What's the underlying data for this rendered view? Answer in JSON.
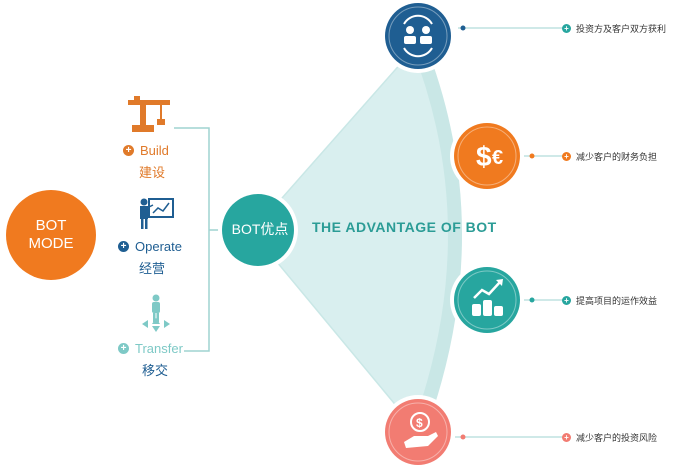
{
  "bot_mode": {
    "line1": "BOT",
    "line2": "MODE"
  },
  "stages": [
    {
      "en": "Build",
      "zh": "建设",
      "color": "#e07a2a",
      "icon": "crane-icon"
    },
    {
      "en": "Operate",
      "zh": "经营",
      "color": "#1f5e92",
      "icon": "presentation-icon"
    },
    {
      "en": "Transfer",
      "zh": "移交",
      "color": "#7ec9c6",
      "icon": "person-transfer-icon"
    }
  ],
  "core": {
    "label": "BOT优点",
    "color": "#27a69f"
  },
  "advantage_title": "THE ADVANTAGE OF BOT",
  "benefits": [
    {
      "text": "投资方及客户双方获利",
      "color": "#1f5e92",
      "icon": "handshake-exchange-icon"
    },
    {
      "text": "减少客户的财务负担",
      "color": "#f07a1f",
      "icon": "dollar-euro-icon"
    },
    {
      "text": "提高项目的运作效益",
      "color": "#27a69f",
      "icon": "growth-coins-icon"
    },
    {
      "text": "减少客户的投资风险",
      "color": "#f27c72",
      "icon": "hand-dollar-icon"
    }
  ],
  "colors": {
    "fan": "#d9efef",
    "arc": "#c9e7e6",
    "connector": "#9fd3d1"
  }
}
